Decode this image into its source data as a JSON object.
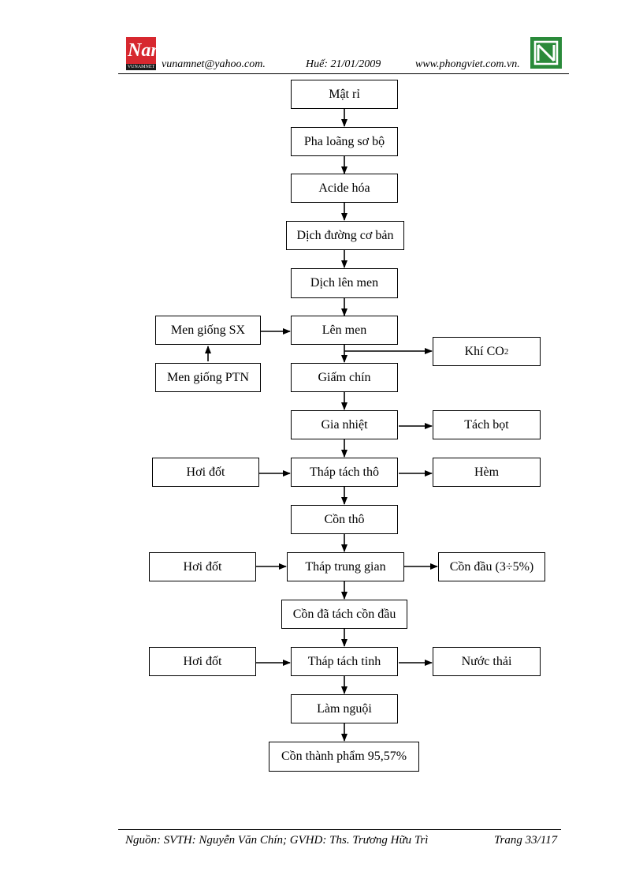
{
  "header": {
    "email": "vunamnet@yahoo.com.",
    "place_date": "Huế: 21/01/2009",
    "website": "www.phongviet.com.vn.",
    "logo_left_text": "Nam",
    "logo_left_caption": "VUNAMNET"
  },
  "flow": {
    "mat_ri": "Mật rỉ",
    "pha_loang": "Pha loãng sơ bộ",
    "acide_hoa": "Acide hóa",
    "dich_duong": "Dịch đường cơ bản",
    "dich_len_men": "Dịch lên men",
    "len_men": "Lên men",
    "giam_chin": "Giấm chín",
    "gia_nhiet": "Gia nhiệt",
    "thap_tach_tho": "Tháp tách thô",
    "con_tho": "Cồn thô",
    "thap_trung_gian": "Tháp trung gian",
    "con_da_tach": "Cồn đã tách cồn đầu",
    "thap_tach_tinh": "Tháp tách tinh",
    "lam_nguoi": "Làm nguội",
    "con_thanh_pham": "Cồn thành phẩm 95,57%"
  },
  "side": {
    "men_giong_sx": "Men giống SX",
    "men_giong_ptn": "Men giống PTN",
    "khi_co2": "Khí CO",
    "khi_co2_sub": "2",
    "tach_bot": "Tách bọt",
    "hoi_dot_1": "Hơi đốt",
    "hem": "Hèm",
    "hoi_dot_2": "Hơi đốt",
    "con_dau": "Cồn đầu (3÷5%)",
    "hoi_dot_3": "Hơi đốt",
    "nuoc_thai": "Nước thải"
  },
  "footer": {
    "source": "Nguồn: SVTH: Nguyễn Văn Chín;  GVHD: Ths. Trương Hữu Trì",
    "page": "Trang 33/117"
  }
}
